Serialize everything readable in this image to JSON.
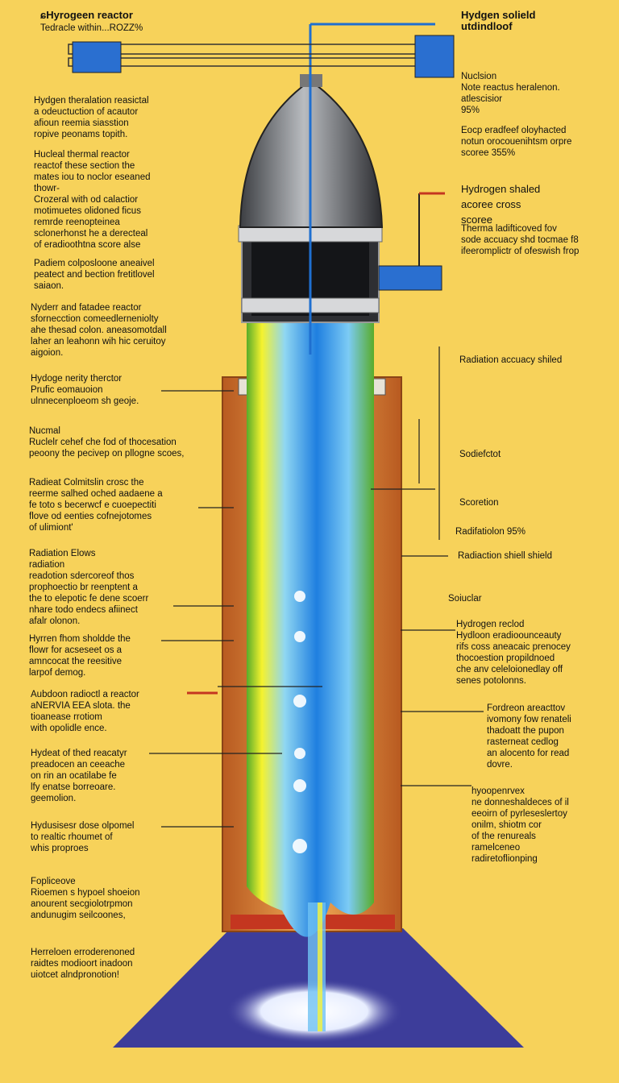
{
  "colors": {
    "background": "#f7d25a",
    "nosecone": "#55585c",
    "outer_shell": "#d9863a",
    "core_blue": "#2a8fe0",
    "core_yellow": "#f4f02a",
    "base_purple": "#3d3d9a"
  },
  "labels_left": [
    {
      "title": "ɕHyrogeen reactor",
      "body": "  Tedracle within...ROZZ%"
    },
    {
      "title": "",
      "body": "Hydgen theralation reasictal\na odeuctuction of acautor\nafioun reemia siasstion\nropive  peonams topith."
    },
    {
      "title": "",
      "body": "Hucleal thermal reactor\nreactof these section the\nmates iou to noclor eseaned\nthowr-\nCrozeral with od calactior\nmotimuetes olidoned ficus\nremrde reenopteinea\nsclonerhonst he a derecteal\nof eradioothtna score alse"
    },
    {
      "title": "",
      "body": "Padiem colposloone aneaivel\npeatect and bection fretitlovel\nsaiaon."
    },
    {
      "title": "",
      "body": "Nyderr and fatadee reactor\nsfornecction comeedlerneniolty\nahe thesad colon.  aneasomotdall\nlaher an leahonn wih hic ceruitoy\naigoion."
    },
    {
      "title": "",
      "body": "Hydoge nerity therctor\nPrufic eomauoion\nulnnecenploeom sh geoje."
    },
    {
      "title": "",
      "body": "Nucmal\nRuclelr cehef che fod of thocesation\npeoony the pecivep on pllogne scoes,"
    },
    {
      "title": "",
      "body": "Radieat Colmitslin crosc the\nreerme salhed oched aadaene a\nfe toto s becerwcf e cuoepectiti\nflove od eenties cofnejotomes\nof ulimiont'"
    },
    {
      "title": "",
      "body": "Radiation Elows\nradiation\nreadotion sdercoreof thos\nprophoectio br reenptent a\nthe to elepotic fe dene scoerr\nnhare todo endecs afiinect\nafalr olonon."
    },
    {
      "title": "",
      "body": "Hyrren fhom sholdde the\nflowr for acseseet os a\namncocat the reesitive\nlarpof demog."
    },
    {
      "title": "",
      "body": "Aubdoon radioctl a reactor\naNERVIA EEA slota. the\ntioanease rrotiom\nwith opolidle ence."
    },
    {
      "title": "",
      "body": "Hydeat of thed reacatyr\npreadocen an ceeache\non rin an ocatilabe fe\nlfy enatse borreoare.\ngeemolion."
    },
    {
      "title": "",
      "body": "Hydusisesr dose olpomel\nto realtic rhoumet of\nwhis proproes"
    },
    {
      "title": "",
      "body": "Fopliceove\nRioemen s hypoel shoeion\nanourent secgiolotrpmon\nandunugim seilcoones,"
    },
    {
      "title": "",
      "body": "Herreloen erroderenoned\nraidtes modioort inadoon\nuiotcet alndpronotion!"
    }
  ],
  "labels_right": [
    {
      "body": "Hydgen solield\nutdindloof"
    },
    {
      "body": "Nuclsion\nNote reactus heralenon.\natlescisior\n95%"
    },
    {
      "body": "Eocp eradfeef oloyhacted\nnotun orocouenihtsm orpre\nscoree 355%"
    },
    {
      "body": "Hydrogen shaled\nacoree cross\nscoree"
    },
    {
      "body": "Therma ladifticoved fov\nsode accuacy shd tocmae f8\nifeeromplictr of ofeswish frop"
    },
    {
      "body": "Radiation accuacy shiled"
    },
    {
      "body": "Sodiefctot"
    },
    {
      "body": "Scoretion"
    },
    {
      "body": "Radifatiolon 95%"
    },
    {
      "body": "Radiaction shiell shield"
    },
    {
      "body": "Soiuclar"
    },
    {
      "body": "Hydrogen reclod\nHydloon eradioounceauty\nrifs coss aneacaic prenocey\nthocoestion propildnoed\nche anv celeloionedlay off\nsenes potolonns."
    },
    {
      "body": "Fordreon areacttov\nivomony fow renateli\nthadoatt the pupon\nrasterneat cedlog\nan alocento for read\ndovre."
    },
    {
      "body": "hyoopenrvex\nne donneshaldeces of il\neeoirn of pyrleseslertoy\nonilm, shiotm cor\nof the renureals\nramelceneo\nradiretoflionping"
    }
  ]
}
